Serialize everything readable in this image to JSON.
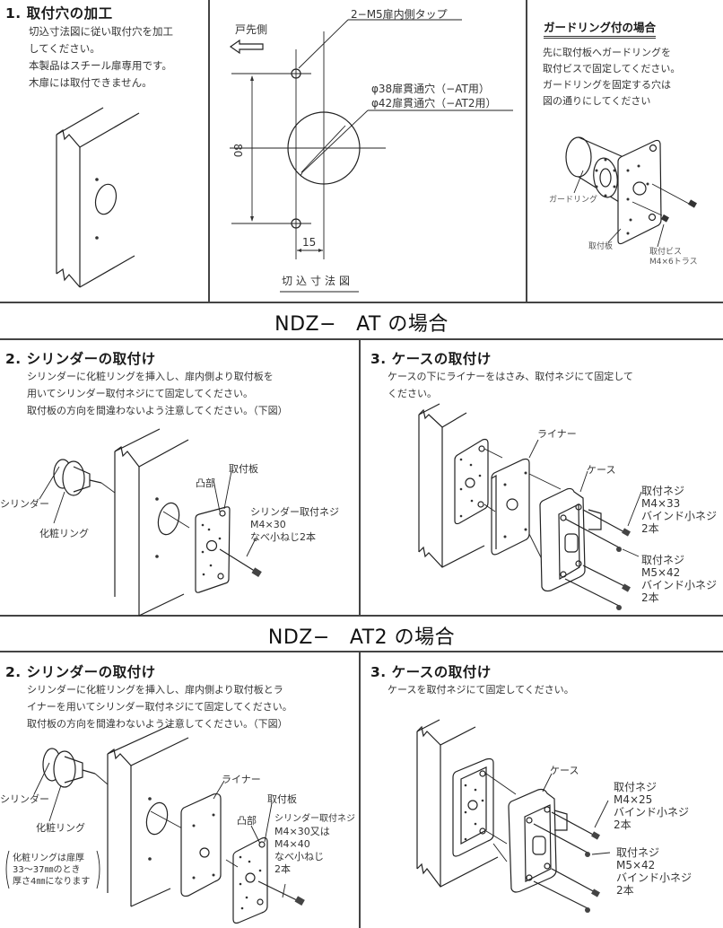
{
  "top": {
    "step1": {
      "title": "1. 取付穴の加工",
      "lines": [
        "切込寸法図に従い取付穴を加工",
        "してください。",
        "本製品はスチール扉専用です。",
        "木扉には取付できません。"
      ]
    },
    "diagram": {
      "door_edge_label": "戸先側",
      "tap_label": "2−M5扉内側タップ",
      "hole_label_at": "φ38扉貫通穴（−AT用）",
      "hole_label_at2": "φ42扉貫通穴（−AT2用）",
      "dim_vertical": "80",
      "dim_horizontal": "15",
      "caption": "切込寸法図"
    },
    "guard_ring": {
      "title": "ガードリング付の場合",
      "lines": [
        "先に取付板へガードリングを",
        "取付ビスで固定してください。",
        "ガードリングを固定する穴は",
        "図の通りにしてください"
      ],
      "labels": {
        "guard_ring": "ガードリング",
        "plate": "取付板",
        "screw_line1": "取付ビス",
        "screw_line2": "M4×6トラス"
      }
    }
  },
  "section_at": {
    "heading_model": "NDZ−",
    "heading_variant": "AT の場合",
    "step2": {
      "title": "2. シリンダーの取付け",
      "lines": [
        "シリンダーに化粧リングを挿入し、扉内側より取付板を",
        "用いてシリンダー取付ネジにて固定してください。",
        "取付板の方向を間違わないよう注意してください。（下図）"
      ],
      "labels": {
        "cylinder": "シリンダー",
        "ring": "化粧リング",
        "convex": "凸部",
        "plate": "取付板",
        "screw_line1": "シリンダー取付ネジ",
        "screw_line2": "M4×30",
        "screw_line3": "なべ小ねじ2本"
      }
    },
    "step3": {
      "title": "3. ケースの取付け",
      "lines": [
        "ケースの下にライナーをはさみ、取付ネジにて固定して",
        "ください。"
      ],
      "labels": {
        "liner": "ライナー",
        "case": "ケース",
        "screw_a": [
          "取付ネジ",
          "M4×33",
          "バインド小ネジ",
          "2本"
        ],
        "screw_b": [
          "取付ネジ",
          "M5×42",
          "バインド小ネジ",
          "2本"
        ]
      }
    }
  },
  "section_at2": {
    "heading_model": "NDZ−",
    "heading_variant": "AT2 の場合",
    "step2": {
      "title": "2. シリンダーの取付け",
      "lines": [
        "シリンダーに化粧リングを挿入し、扉内側より取付板とラ",
        "イナーを用いてシリンダー取付ネジにて固定してください。",
        "取付板の方向を間違わないよう注意してください。（下図）"
      ],
      "labels": {
        "cylinder": "シリンダー",
        "ring": "化粧リング",
        "liner": "ライナー",
        "convex": "凸部",
        "plate": "取付板",
        "screw": [
          "シリンダー取付ネジ",
          "M4×30又は",
          "M4×40",
          "なべ小ねじ",
          "2本"
        ],
        "note": [
          "化粧リングは扉厚",
          "33〜37㎜のとき",
          "厚さ4㎜になります"
        ]
      }
    },
    "step3": {
      "title": "3. ケースの取付け",
      "lines": [
        "ケースを取付ネジにて固定してください。"
      ],
      "labels": {
        "case": "ケース",
        "screw_a": [
          "取付ネジ",
          "M4×25",
          "バインド小ネジ",
          "2本"
        ],
        "screw_b": [
          "取付ネジ",
          "M5×42",
          "バインド小ネジ",
          "2本"
        ]
      }
    }
  }
}
